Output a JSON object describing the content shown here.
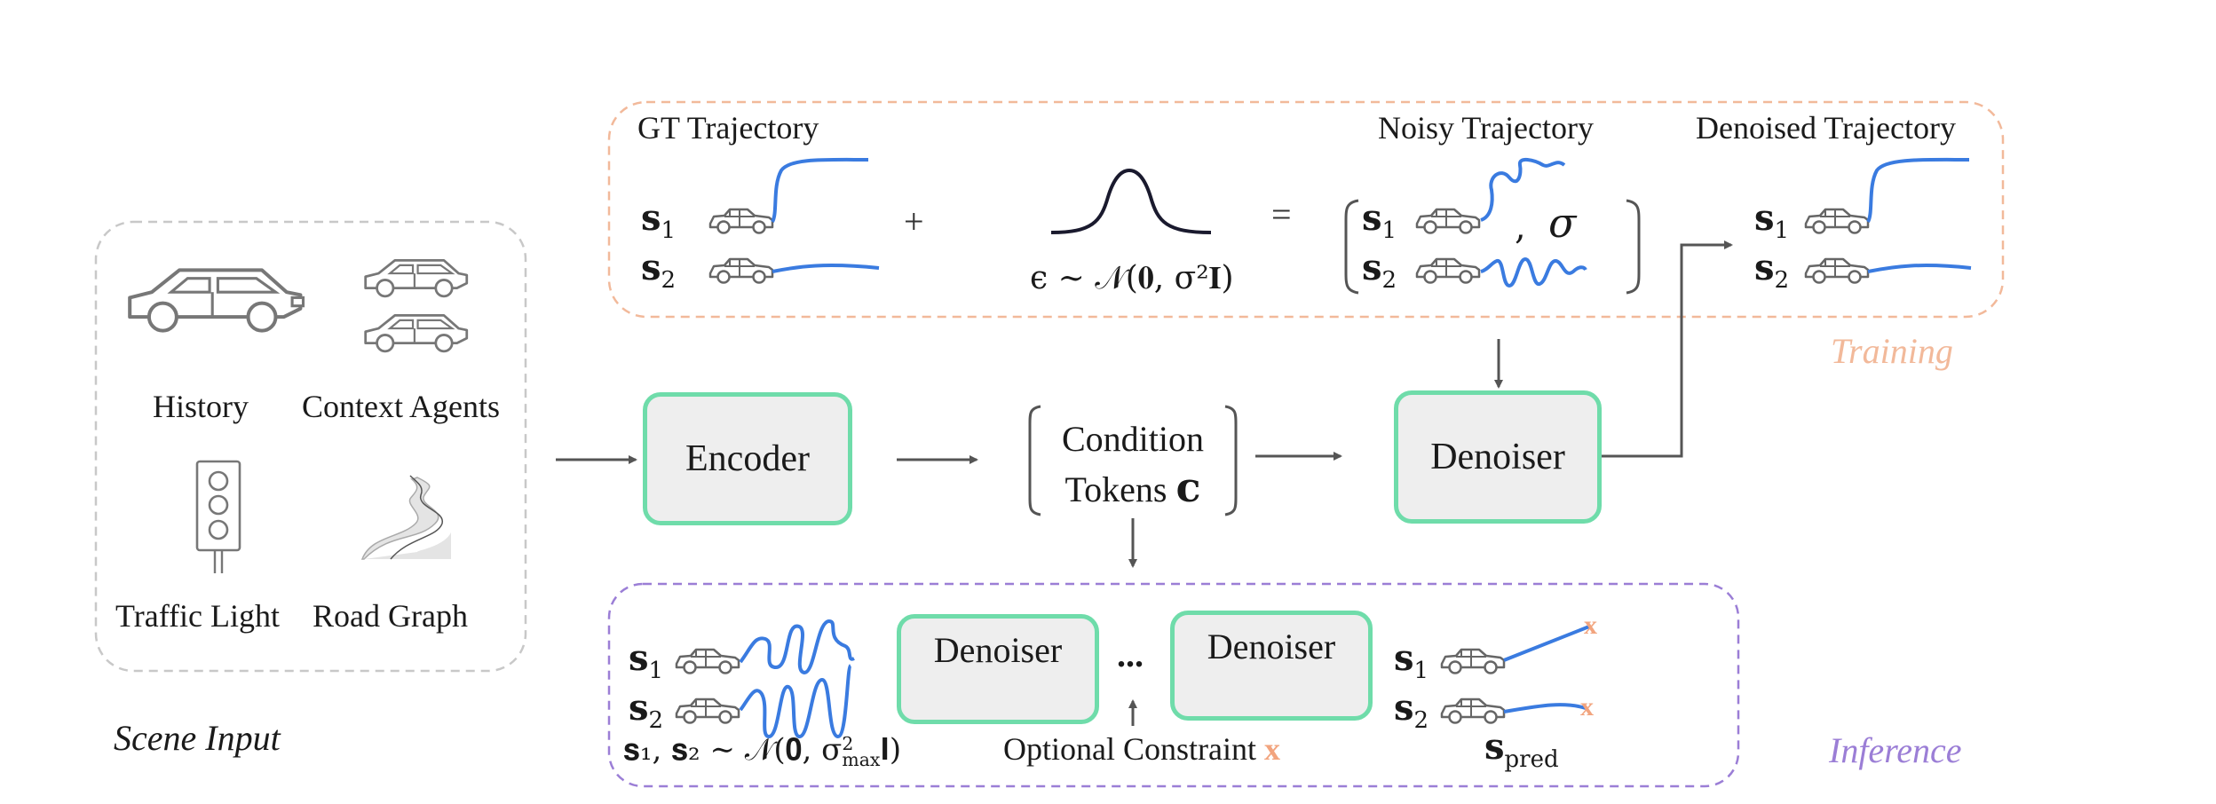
{
  "scene_input": {
    "title": "Scene Input",
    "labels": {
      "history": "History",
      "context_agents": "Context Agents",
      "traffic_light": "Traffic Light",
      "road_graph": "Road Graph"
    }
  },
  "encoder": {
    "label": "Encoder"
  },
  "condition": {
    "line1": "Condition",
    "line2": "Tokens",
    "symbol": "c"
  },
  "denoiser": {
    "label": "Denoiser"
  },
  "training": {
    "tag": "Training",
    "gt_title": "GT Trajectory",
    "noisy_title": "Noisy Trajectory",
    "denoised_title": "Denoised Trajectory",
    "plus": "+",
    "equals": "=",
    "noise_eq": "ϵ ∼ 𝒩(𝟎, σ²𝐈)",
    "comma": ",",
    "sigma": "σ",
    "s1": "s",
    "s1_sub": "1",
    "s2": "s",
    "s2_sub": "2"
  },
  "inference": {
    "tag": "Inference",
    "sample_eq_prefix": "𝐬₁, 𝐬₂ ∼ 𝒩(𝟎, σ",
    "sample_eq_sup": "2",
    "sample_eq_sub": "max",
    "sample_eq_suffix": "𝐈)",
    "denoiser_label": "Denoiser",
    "ellipsis": "...",
    "constraint_label": "Optional Constraint",
    "constraint_mark": "x",
    "pred": "s",
    "pred_sub": "pred"
  },
  "colors": {
    "box_border": "#6fdcaa",
    "box_fill": "#eeeeee",
    "training_border": "#f2b99a",
    "inference_border": "#9b7ed6",
    "trajectory": "#3a7be0",
    "constraint": "#f2a47e",
    "arrow": "#555555"
  }
}
